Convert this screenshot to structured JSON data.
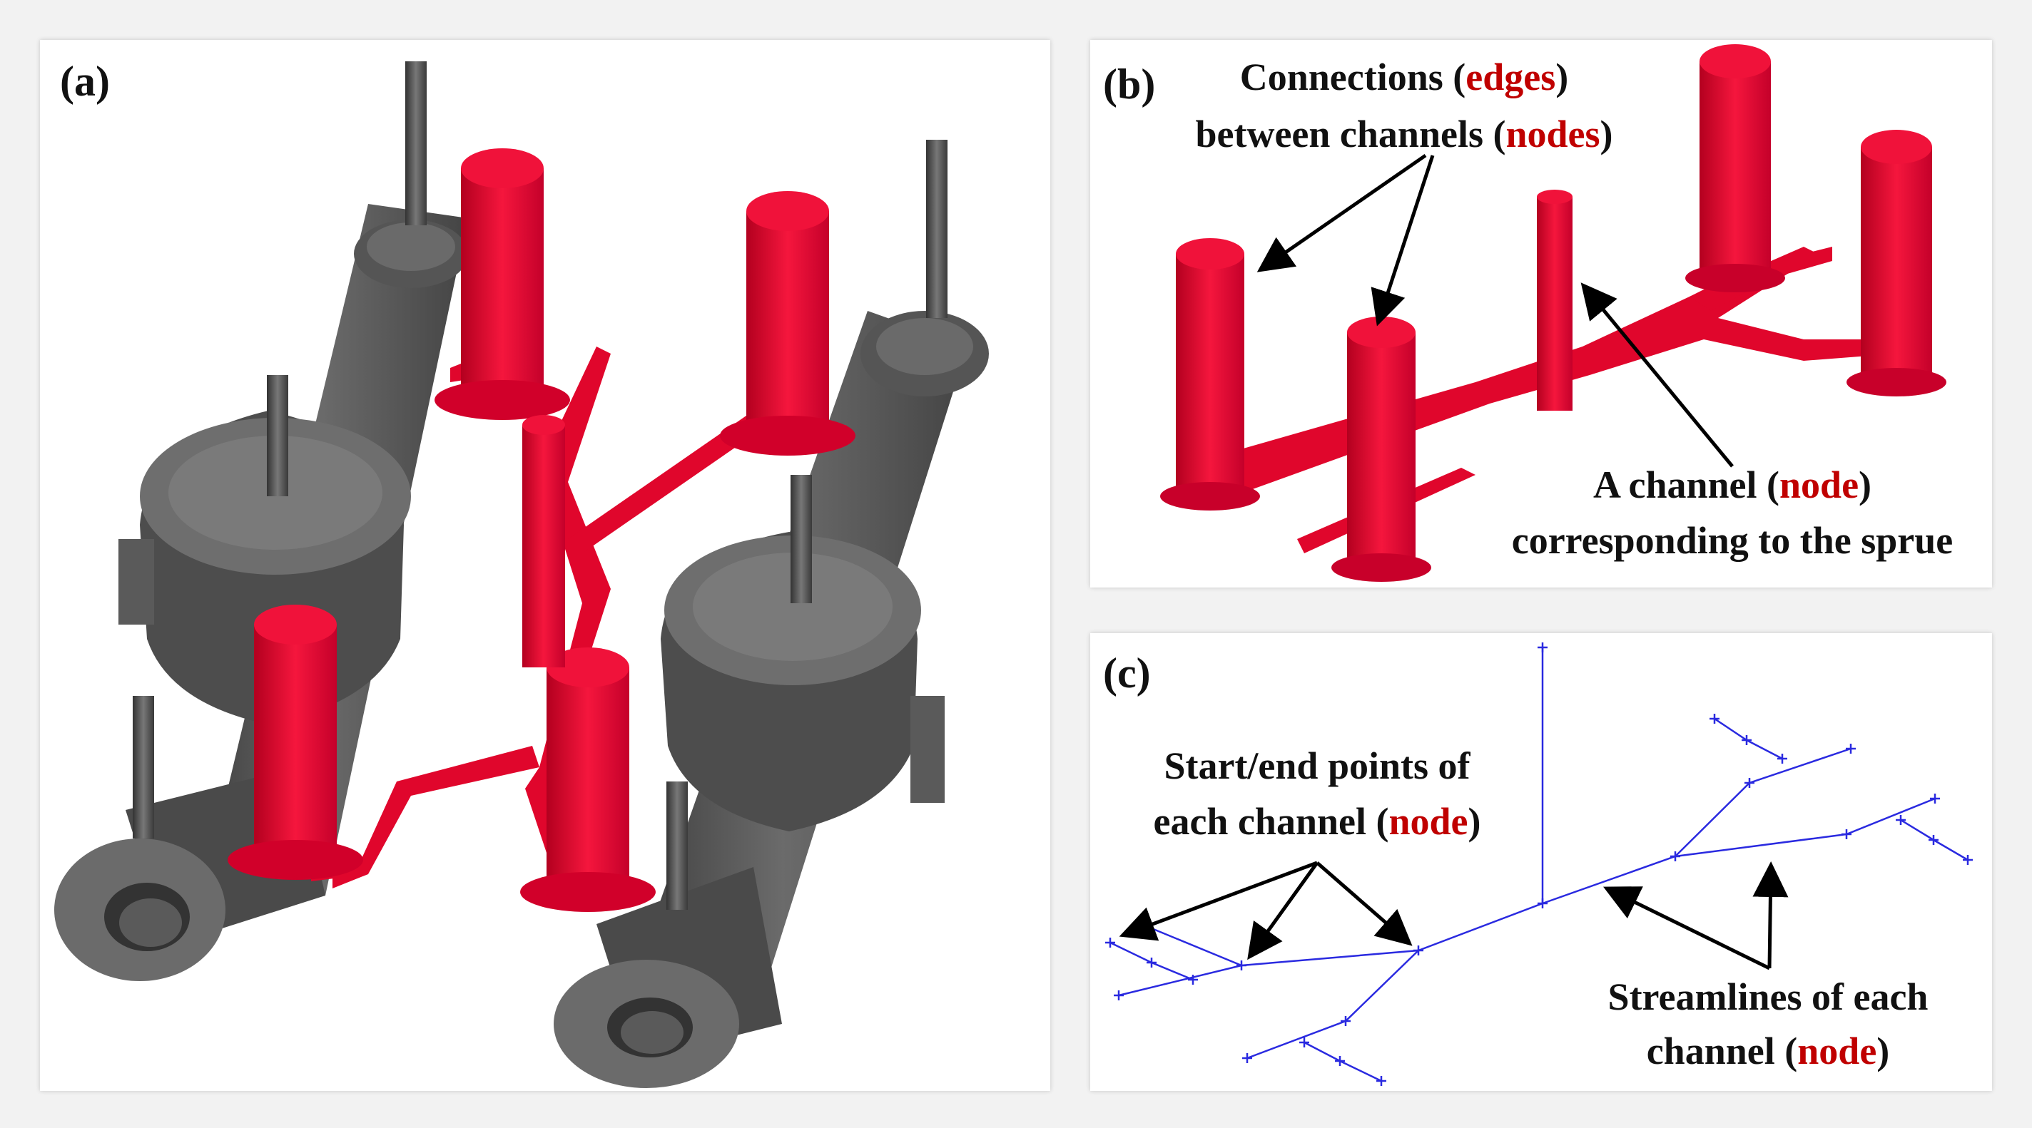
{
  "panels": {
    "a": {
      "label": "(a)"
    },
    "b": {
      "label": "(b)",
      "connections": {
        "word1": "Connections (",
        "edges": "edges",
        "close1": ")",
        "word2": "between channels (",
        "nodes": "nodes",
        "close2": ")"
      },
      "sprue": {
        "word1": "A channel (",
        "node": "node",
        "close1": ")",
        "line2": "corresponding to the sprue"
      }
    },
    "c": {
      "label": "(c)",
      "startend": {
        "line1": "Start/end points of",
        "word2": "each channel (",
        "node": "node",
        "close2": ")"
      },
      "streamlines": {
        "line1": "Streamlines of each",
        "word2": "channel (",
        "node": "node",
        "close2": ")"
      }
    }
  },
  "colors": {
    "gating": "#e0062c",
    "casting": "#555555",
    "streamline": "#2a2ae0",
    "highlight_text": "#c00000"
  }
}
